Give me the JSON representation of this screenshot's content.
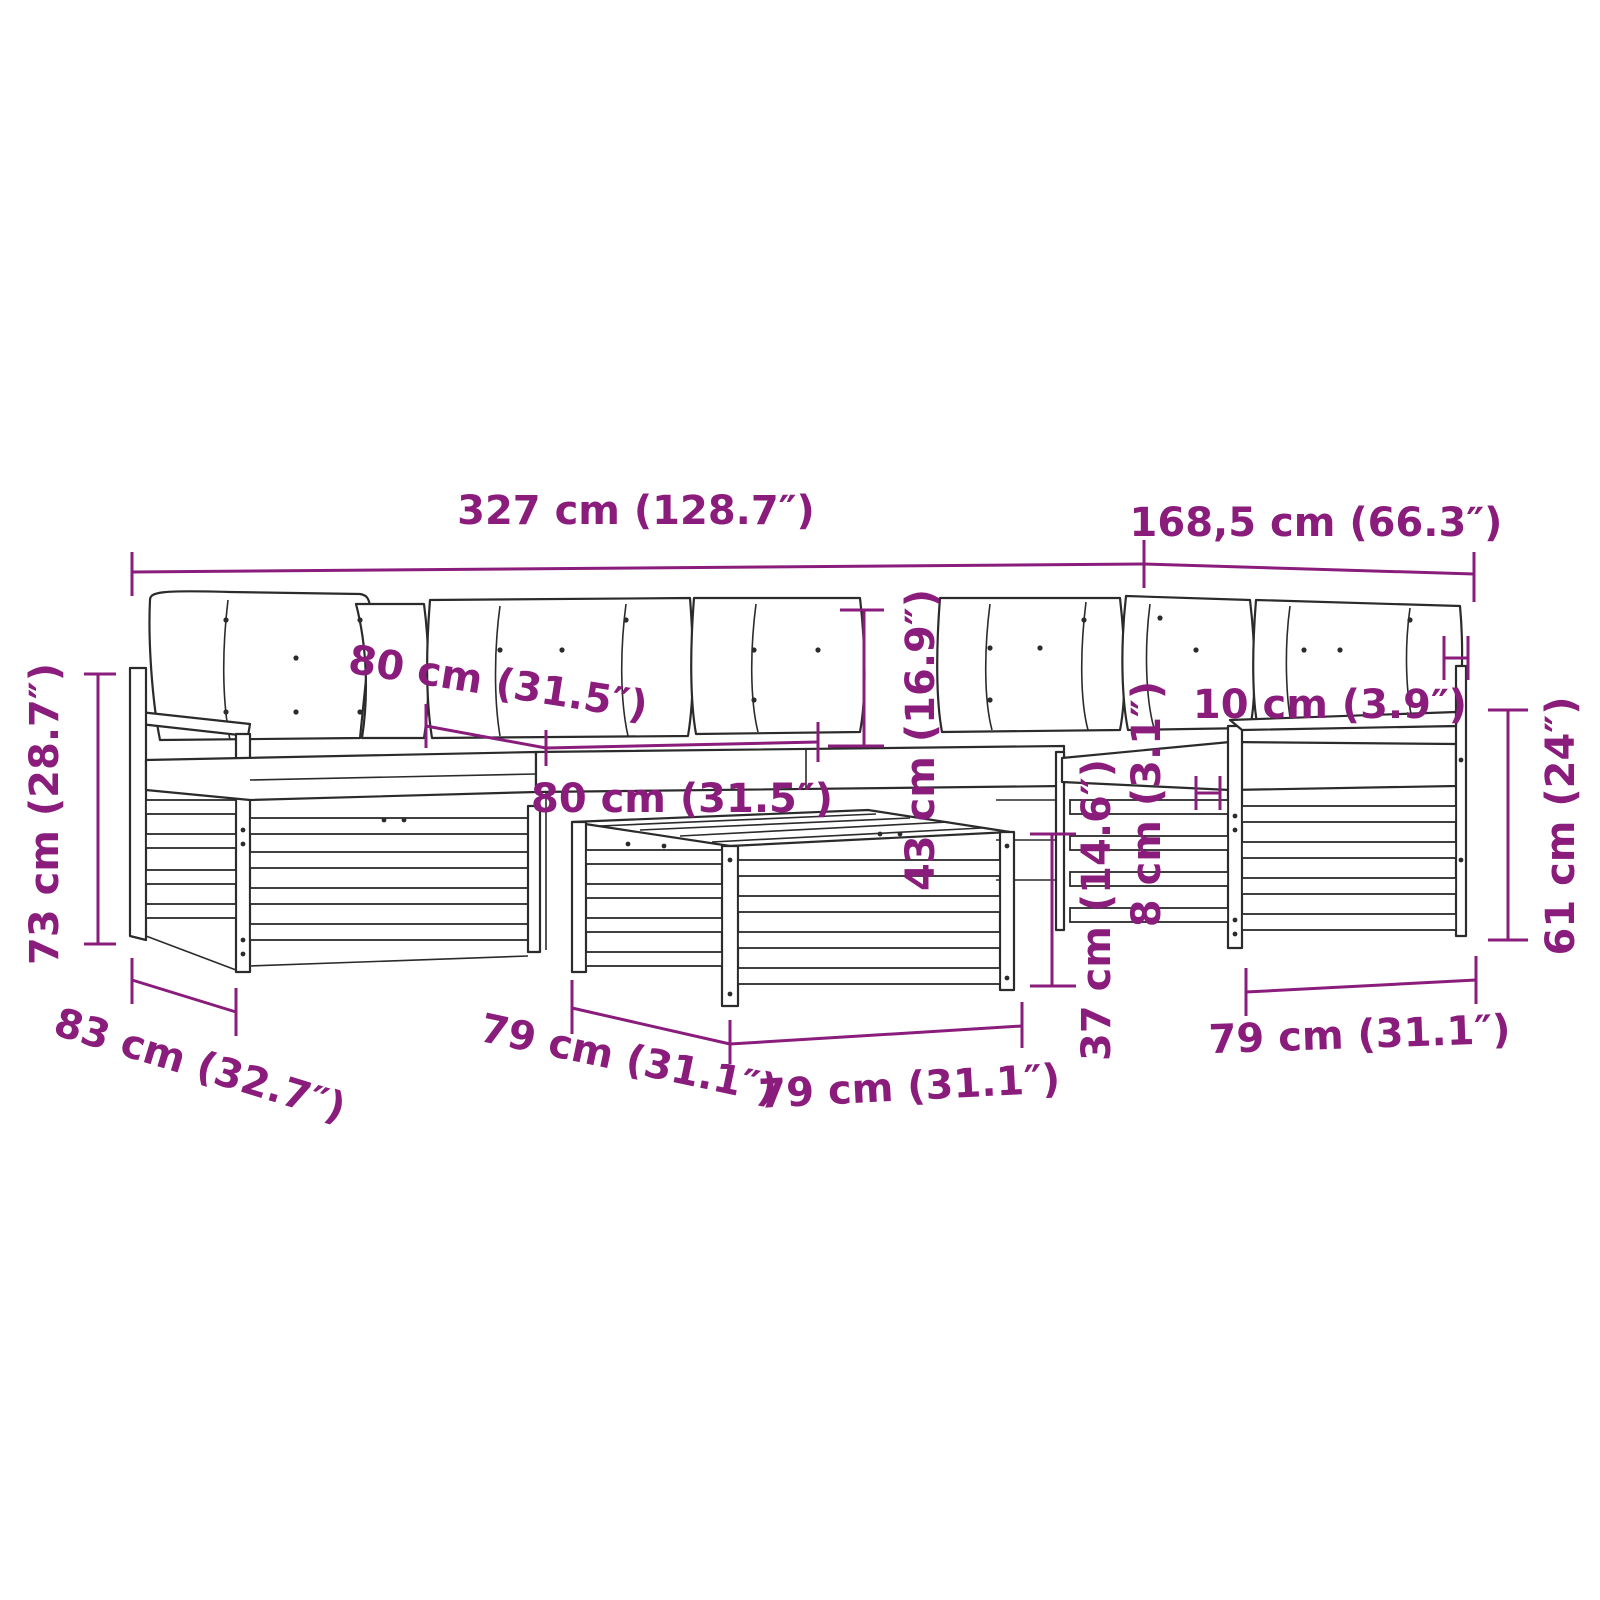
{
  "colors": {
    "dimension": "#8a1c7c",
    "lineart": "#2b2b2b",
    "background": "#ffffff"
  },
  "dimensions": {
    "total_width": "327 cm (128.7″)",
    "corner_depth": "168,5 cm (66.3″)",
    "total_height": "73 cm (28.7″)",
    "seat_depth": "83 cm (32.7″)",
    "middle_width_1": "80 cm (31.5″)",
    "middle_width_2": "80 cm (31.5″)",
    "cushion_height": "43 cm (16.9″)",
    "armrest_thickness": "10 cm (3.9″)",
    "seat_cushion_thickness": "8 cm (3.1″)",
    "table_height": "37 cm (14.6″)",
    "seat_height": "61 cm (24″)",
    "table_depth": "79 cm (31.1″)",
    "table_width": "79 cm (31.1″)",
    "corner_width": "79 cm (31.1″)"
  }
}
